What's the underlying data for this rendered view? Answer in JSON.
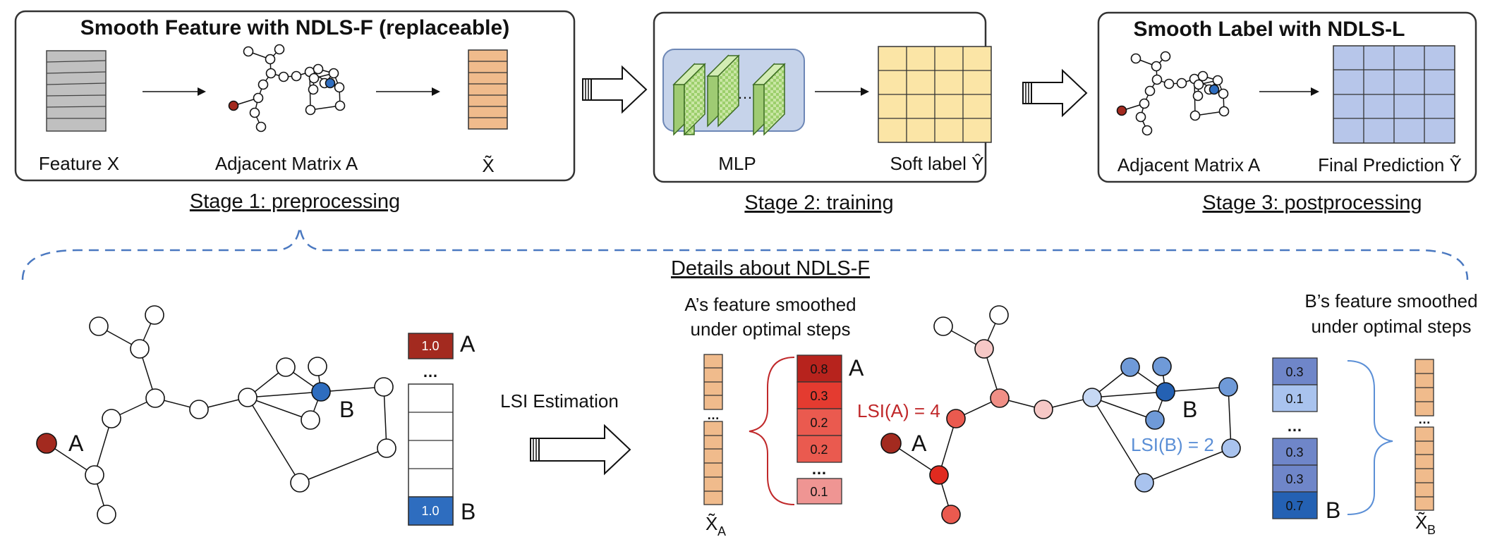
{
  "stage1": {
    "title": "Smooth  Feature with NDLS-F (replaceable)",
    "feature_label": "Feature X",
    "adj_label": "Adjacent Matrix A",
    "out_label": "X̃",
    "caption": "Stage 1: preprocessing"
  },
  "stage2": {
    "mlp_label": "MLP",
    "dots": "…",
    "soft_label": "Soft label Ŷ",
    "caption": "Stage 2: training"
  },
  "stage3": {
    "title": "Smooth  Label with NDLS-L",
    "adj_label": "Adjacent Matrix A",
    "final_label": "Final Prediction Ỹ",
    "caption": "Stage 3: postprocessing"
  },
  "details": {
    "title": "Details about NDLS-F",
    "node_a": "A",
    "node_b": "B",
    "vec_dots": "…",
    "vec_top_value": "1.0",
    "vec_bottom_value": "1.0",
    "vec_top_tag": "A",
    "vec_bottom_tag": "B",
    "lsi_estimation": "LSI Estimation",
    "a_smoothed_line1": "A’s feature smoothed",
    "a_smoothed_line2": "under optimal steps",
    "a_values": [
      "0.8",
      "0.3",
      "0.2",
      "0.2"
    ],
    "a_last_value": "0.1",
    "a_tag": "A",
    "xa_label": "X̃",
    "xa_sub": "A",
    "lsi_a": "LSI(A) = 4",
    "lsi_b": "LSI(B) = 2",
    "b_smoothed_line1": "B’s feature smoothed",
    "b_smoothed_line2": "under optimal steps",
    "b_values_top": [
      "0.3",
      "0.1"
    ],
    "b_values_bottom": [
      "0.3",
      "0.3",
      "0.7"
    ],
    "b_tag": "B",
    "xb_label": "X̃",
    "xb_sub": "B"
  },
  "colors": {
    "node_a": "#a32a1f",
    "node_b": "#2e6dbf",
    "feature_gray": "#c0c0c0",
    "smoothed_orange": "#f0bb8c",
    "soft_label_yellow": "#fbe5a6",
    "final_blue": "#b7c6ea",
    "dash_blue": "#4a78c0",
    "lsi_red": "#c0282a",
    "lsi_blue": "#5b8fd6"
  }
}
